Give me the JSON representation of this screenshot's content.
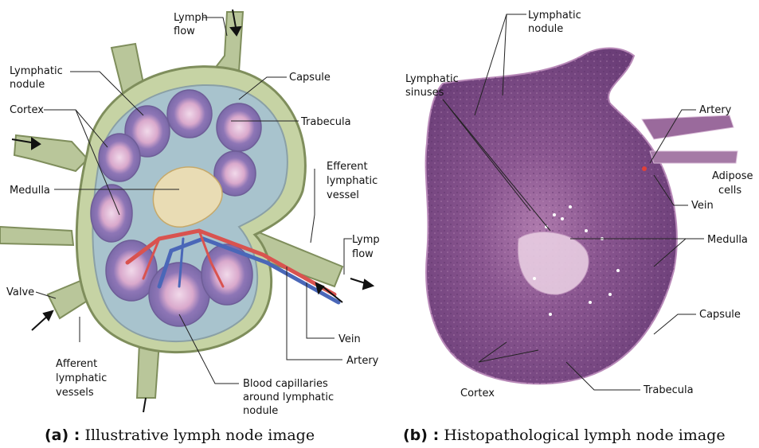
{
  "panel_a": {
    "caption_tag": "(a) :",
    "caption_text": "Illustrative lymph node image",
    "labels": {
      "lymph_flow_top_1": "Lymph",
      "lymph_flow_top_2": "flow",
      "lymphatic_nodule_1": "Lymphatic",
      "lymphatic_nodule_2": "nodule",
      "cortex": "Cortex",
      "capsule": "Capsule",
      "trabecula": "Trabecula",
      "efferent_1": "Efferent",
      "efferent_2": "lymphatic",
      "efferent_3": "vessel",
      "medulla": "Medulla",
      "lymph_flow_right_1": "Lymph",
      "lymph_flow_right_2": "flow",
      "valve": "Valve",
      "vein": "Vein",
      "artery": "Artery",
      "afferent_1": "Afferent",
      "afferent_2": "lymphatic",
      "afferent_3": "vessels",
      "blood_cap_1": "Blood capillaries",
      "blood_cap_2": "around lymphatic",
      "blood_cap_3": "nodule"
    }
  },
  "panel_b": {
    "caption_tag": "(b) :",
    "caption_text": "Histopathological lymph node image",
    "labels": {
      "lymphatic_nodule_1": "Lymphatic",
      "lymphatic_nodule_2": "nodule",
      "lymphatic_sinuses_1": "Lymphatic",
      "lymphatic_sinuses_2": "sinuses",
      "artery": "Artery",
      "adipose_1": "Adipose",
      "adipose_2": "cells",
      "vein": "Vein",
      "medulla": "Medulla",
      "capsule": "Capsule",
      "cortex": "Cortex",
      "trabecula": "Trabecula"
    }
  }
}
